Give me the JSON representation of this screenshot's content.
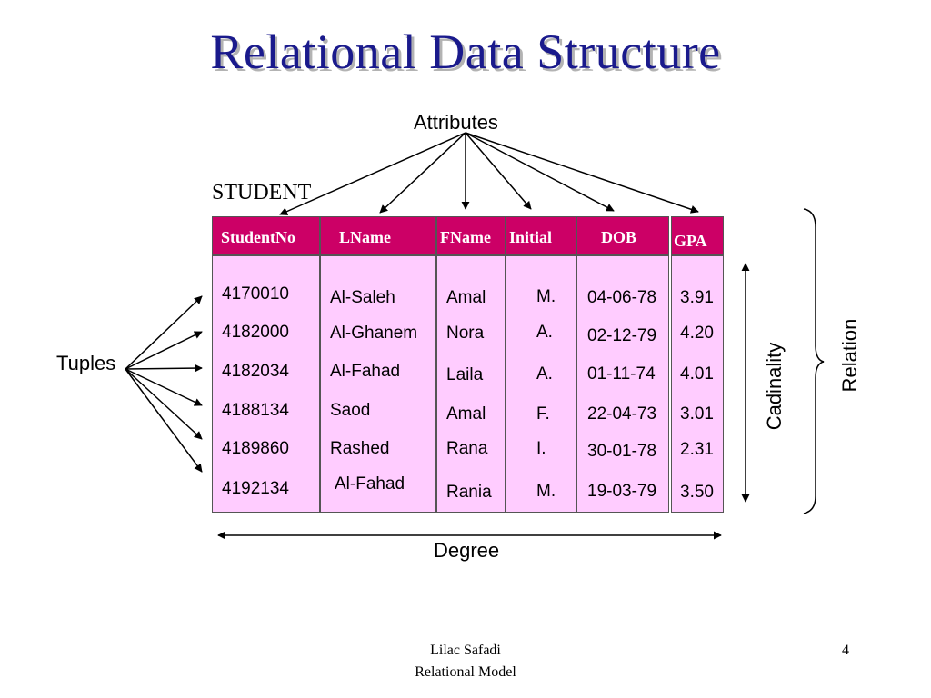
{
  "slide": {
    "title": "Relational Data Structure",
    "page_number": "4"
  },
  "labels": {
    "attributes": "Attributes",
    "relation_name": "STUDENT",
    "tuples": "Tuples",
    "degree": "Degree",
    "cardinality": "Cadinality",
    "relation": "Relation"
  },
  "table": {
    "columns": [
      "StudentNo",
      "LName",
      "FName",
      "Initial",
      "DOB",
      "GPA"
    ],
    "rows": [
      [
        "4170010",
        "Al-Saleh",
        "Amal",
        "M.",
        "04-06-78",
        "3.91"
      ],
      [
        "4182000",
        "Al-Ghanem",
        "Nora",
        "A.",
        "02-12-79",
        "4.20"
      ],
      [
        "4182034",
        "Al-Fahad",
        "Laila",
        "A.",
        "01-11-74",
        "4.01"
      ],
      [
        "4188134",
        "Saod",
        "Amal",
        "F.",
        "22-04-73",
        "3.01"
      ],
      [
        "4189860",
        "Rashed",
        "Rana",
        "I.",
        "30-01-78",
        "2.31"
      ],
      [
        "4192134",
        "Al-Fahad",
        "Rania",
        "M.",
        "19-03-79",
        "3.50"
      ]
    ]
  },
  "footer": {
    "author": "Lilac Safadi",
    "topic": "Relational Model"
  },
  "colors": {
    "title": "#1a1a8c",
    "header_fill": "#cc0066",
    "body_fill": "#ffccff"
  }
}
